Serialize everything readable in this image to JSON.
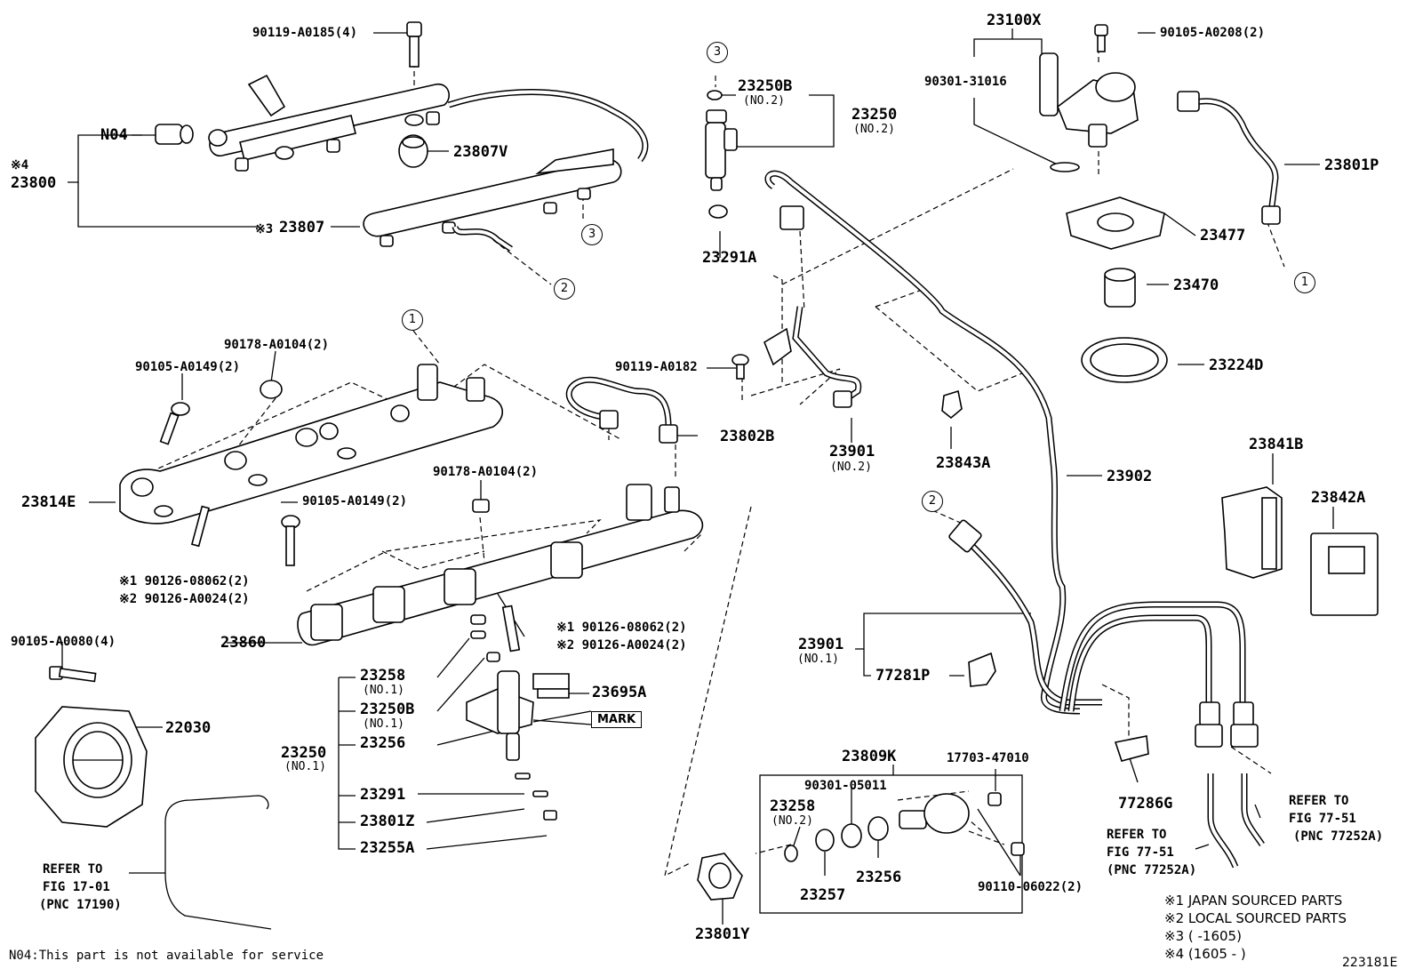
{
  "labels": {
    "l_90119_A0185": "90119-A0185(4)",
    "l_N04": "N04",
    "l_23800_mark": "※4",
    "l_23800": "23800",
    "l_23807V": "23807V",
    "l_23807_mark": "※3",
    "l_23807": "23807",
    "l_90178_A0104_a": "90178-A0104(2)",
    "l_90105_A0149_a": "90105-A0149(2)",
    "l_23814E": "23814E",
    "l_90105_A0149_b": "90105-A0149(2)",
    "l_90126_08062_a": "※1 90126-08062(2)",
    "l_90126_A0024_a": "※2 90126-A0024(2)",
    "l_90178_A0104_b": "90178-A0104(2)",
    "l_90105_A0080": "90105-A0080(4)",
    "l_23860": "23860",
    "l_90126_08062_b": "※1 90126-08062(2)",
    "l_90126_A0024_b": "※2 90126-A0024(2)",
    "l_22030": "22030",
    "l_23258": "23258",
    "l_23258_no1": "(NO.1)",
    "l_23250B_a": "23250B",
    "l_23250B_a_no1": "(NO.1)",
    "l_23256_a": "23256",
    "l_23250_a": "23250",
    "l_23250_a_no1": "(NO.1)",
    "l_23291": "23291",
    "l_23801Z": "23801Z",
    "l_23255A": "23255A",
    "l_23695A": "23695A",
    "l_mark": "MARK",
    "l_refer_17": "REFER TO",
    "l_fig_17": "FIG 17-01",
    "l_pnc_17190": "(PNC 17190)",
    "l_90119_A0182": "90119-A0182",
    "l_23802B": "23802B",
    "l_23801Y": "23801Y",
    "l_23250B_b": "23250B",
    "l_23250B_b_no2": "(NO.2)",
    "l_23250_b": "23250",
    "l_23250_b_no2": "(NO.2)",
    "l_23291A": "23291A",
    "l_23901_b": "23901",
    "l_23901_b_no2": "(NO.2)",
    "l_23843A": "23843A",
    "l_23809K": "23809K",
    "l_90301_05011": "90301-05011",
    "l_23258_b": "23258",
    "l_23258_b_no2": "(NO.2)",
    "l_23257": "23257",
    "l_23256_b": "23256",
    "l_17703_47010": "17703-47010",
    "l_90110_06022": "90110-06022(2)",
    "l_23100X": "23100X",
    "l_90105_A0208": "90105-A0208(2)",
    "l_90301_31016": "90301-31016",
    "l_23801P": "23801P",
    "l_23477": "23477",
    "l_23470": "23470",
    "l_23224D": "23224D",
    "l_23902": "23902",
    "l_23841B": "23841B",
    "l_23842A": "23842A",
    "l_23901_a": "23901",
    "l_23901_a_no1": "(NO.1)",
    "l_77281P": "77281P",
    "l_77286G": "77286G",
    "l_refer_77a": "REFER TO",
    "l_fig_77a": "FIG 77-51",
    "l_pnc_77a": "(PNC 77252A)",
    "l_refer_77b": "REFER TO",
    "l_fig_77b": "FIG 77-51",
    "l_pnc_77b": "(PNC 77252A)"
  },
  "callouts": {
    "c3_top": "3",
    "c3_rail": "3",
    "c2_rail": "2",
    "c1_rail": "1",
    "c1_right": "1",
    "c2_right": "2"
  },
  "notes": {
    "n1": "※1 JAPAN SOURCED PARTS",
    "n2": "※2 LOCAL SOURCED PARTS",
    "n3": "※3 (      -1605)",
    "n4": "※4 (1605 -      )",
    "footer": "N04:This part is not available for service",
    "figure_id": "223181E"
  }
}
